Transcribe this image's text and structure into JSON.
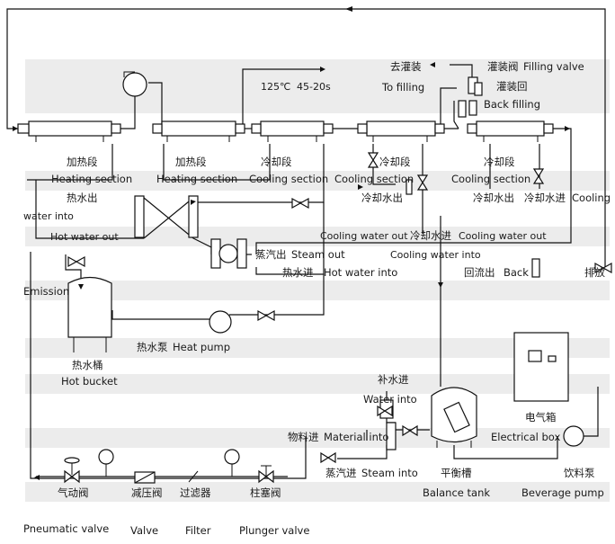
{
  "labels": {
    "to_filling_cn": "去灌装",
    "to_filling_en": "To filling",
    "filling_valve_cn": "灌装阀",
    "filling_valve_en": "Filling valve",
    "back_filling_cn": "灌装回",
    "back_filling_en": "Back filling",
    "temp": "125℃",
    "time": "45-20s",
    "heating1_cn": "加热段",
    "heating1_en": "Heating section",
    "heating2_cn": "加热段",
    "heating2_en": "Heating section",
    "cooling1_cn": "冷却段",
    "cooling1_en": "Cooling section",
    "cooling2_cn": "冷却段",
    "cooling2_en": "Cooling section",
    "cooling3_cn": "冷却段",
    "cooling3_en": "Cooling section",
    "hot_water_out_cn": "热水出",
    "water_into": "water into",
    "hot_water_out_en": "Hot water out",
    "cooling_water_out_cn_mid": "冷却水出",
    "cooling_water_out_cn_r1": "冷却水出",
    "cooling_water_in_cn_r": "冷却水进",
    "cooling_right": "Cooling",
    "cooling_water_out_en_1": "Cooling water out",
    "cooling_water_in_cn_mid": "冷却水进",
    "cooling_water_out_en_2": "Cooling water out",
    "cooling_water_into_en": "Cooling water into",
    "steam_out_cn": "蒸汽出",
    "steam_out_en": "Steam out",
    "hot_water_into_cn": "热水进",
    "hot_water_into_en": "Hot water into",
    "reflux_cn": "回流出",
    "reflux_en": "Back",
    "exhaust_cn": "排放",
    "emission": "Emission",
    "hot_pump_cn": "热水泵",
    "hot_pump_en": "Heat pump",
    "hot_bucket_cn": "热水桶",
    "hot_bucket_en": "Hot bucket",
    "water_make_cn": "补水进",
    "water_make_en": "Water into",
    "electrical_box_cn": "电气箱",
    "electrical_box_en": "Electrical box",
    "material_in_cn": "物料进",
    "material_in_en": "Material into",
    "steam_in_cn": "蒸汽进",
    "steam_in_en": "Steam into",
    "balance_tank_cn": "平衡槽",
    "balance_tank_en": "Balance tank",
    "beverage_pump_cn": "饮料泵",
    "beverage_pump_en": "Beverage pump",
    "pneumatic_cn": "气动阀",
    "pneumatic_en": "Pneumatic valve",
    "reducing_cn": "减压阀",
    "reducing_en": "Valve",
    "filter_cn": "过滤器",
    "filter_en": "Filter",
    "plunger_cn": "柱塞阀",
    "plunger_en": "Plunger valve"
  }
}
